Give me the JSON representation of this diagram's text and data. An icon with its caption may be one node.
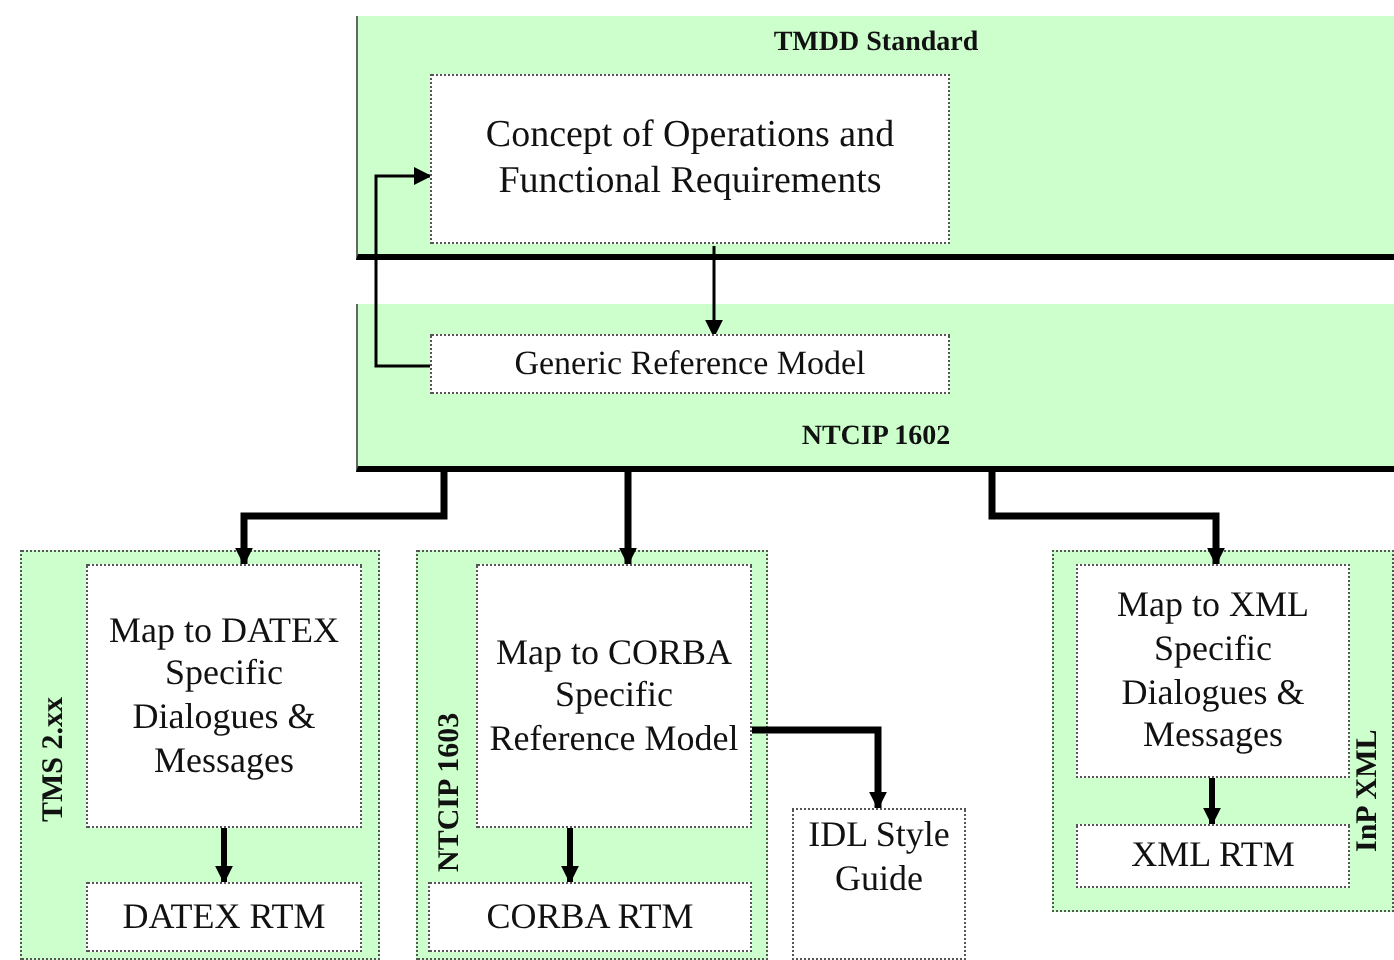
{
  "diagram": {
    "nodes": [
      {
        "text": [
          "TMDD Standard"
        ]
      },
      {
        "text": [
          "Concept of Operations and Functional Requirements"
        ],
        "in": 0
      },
      {
        "text": [
          "NTCIP 1602"
        ]
      },
      {
        "text": [
          "Generic Reference Model"
        ],
        "in": 2
      },
      {
        "text": [
          "TMS 2.xx"
        ]
      },
      {
        "text": [
          "Map to DATEX Specific Dialogues & Messages"
        ],
        "in": 4
      },
      {
        "text": [
          "DATEX RTM"
        ],
        "in": 4
      },
      {
        "text": [
          "NTCIP 1603"
        ]
      },
      {
        "text": [
          "Map to CORBA Specific Reference Model"
        ],
        "in": 7
      },
      {
        "text": [
          "CORBA RTM"
        ],
        "in": 7
      },
      {
        "text": [
          "IDL Style Guide"
        ]
      },
      {
        "text": [
          "InP XML"
        ]
      },
      {
        "text": [
          "Map to XML Specific Dialogues & Messages"
        ],
        "in": 11
      },
      {
        "text": [
          "XML RTM"
        ],
        "in": 11
      }
    ],
    "edges": [
      {
        "from": 1,
        "to": 3,
        "arrow": "to"
      },
      {
        "from": 3,
        "to": 1,
        "arrow": "to"
      },
      {
        "from": 2,
        "to": 5,
        "arrow": "to"
      },
      {
        "from": 2,
        "to": 8,
        "arrow": "to"
      },
      {
        "from": 2,
        "to": 12,
        "arrow": "to"
      },
      {
        "from": 8,
        "to": 10,
        "arrow": "to"
      },
      {
        "from": 5,
        "to": 6,
        "arrow": "to"
      },
      {
        "from": 8,
        "to": 9,
        "arrow": "to"
      },
      {
        "from": 12,
        "to": 13,
        "arrow": "to"
      }
    ]
  }
}
